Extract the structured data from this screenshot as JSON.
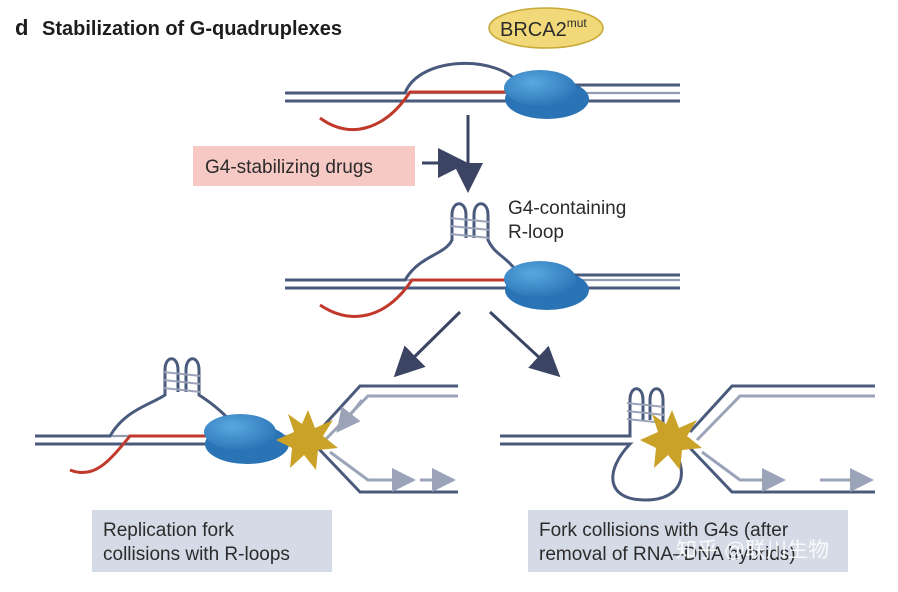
{
  "panel": {
    "letter": "d",
    "title": "Stabilization of G-quadruplexes"
  },
  "brca_badge": {
    "text": "BRCA2",
    "superscript": "mut"
  },
  "drug_box": {
    "text": "G4-stabilizing drugs"
  },
  "g4_label": {
    "line1": "G4-containing",
    "line2": "R-loop"
  },
  "captions": {
    "left": {
      "line1": "Replication fork",
      "line2": "collisions with R-loops"
    },
    "right": {
      "line1": "Fork collisions with G4s (after",
      "line2": "removal of RNA–DNA hybrids)"
    }
  },
  "watermark": "知乎 @联川生物",
  "colors": {
    "dna": "#4a5a7d",
    "dna_light": "#9aa3b8",
    "rna": "#c0392b",
    "protein": "#2f7fc1",
    "protein_dark": "#1f5f99",
    "star": "#c9a227",
    "badge": "#f1d97a",
    "drug_box": "#f6c9c4",
    "caption_box": "#d5dbe6"
  }
}
